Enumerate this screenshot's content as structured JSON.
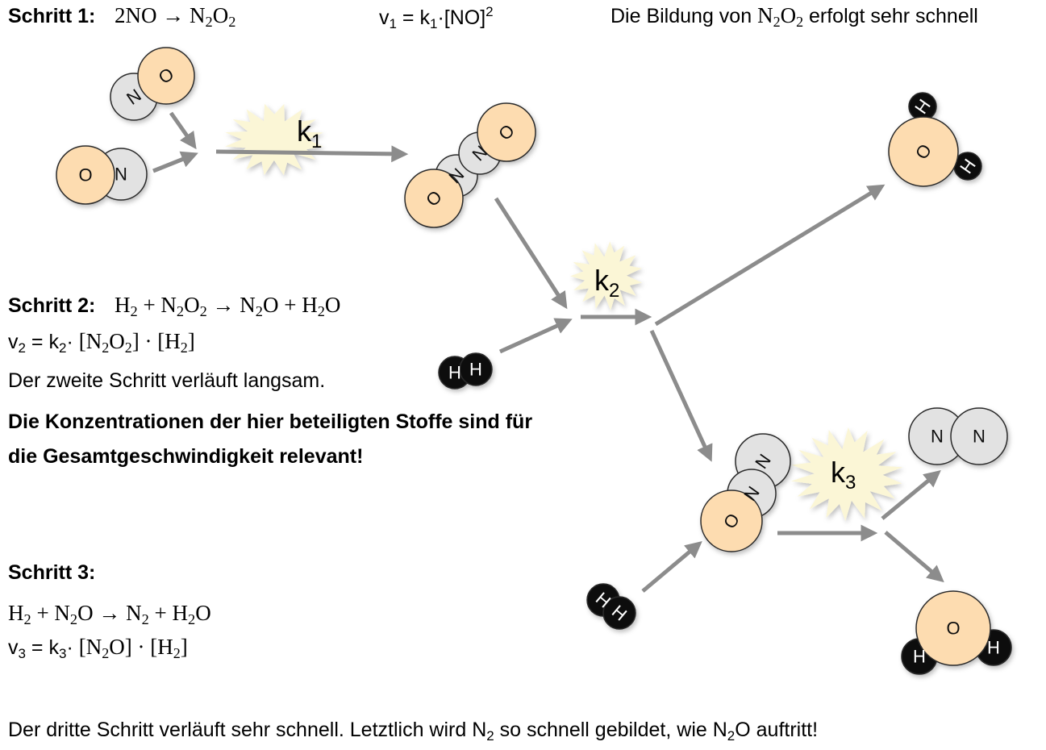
{
  "step1": {
    "heading": "Schritt 1:",
    "equation": [
      {
        "t": "2NO  → N"
      },
      {
        "s": "2"
      },
      {
        "t": "O"
      },
      {
        "s": "2"
      }
    ],
    "rate": [
      {
        "t": "v"
      },
      {
        "s": "1"
      },
      {
        "t": "  = k"
      },
      {
        "s": "1"
      },
      {
        "t": "·[NO]"
      },
      {
        "p": "2"
      }
    ],
    "note": [
      {
        "t": "Die Bildung von "
      },
      {
        "m": "N"
      },
      {
        "ms": "2"
      },
      {
        "m": "O"
      },
      {
        "ms": "2"
      },
      {
        "t": " erfolgt sehr schnell"
      }
    ]
  },
  "step2": {
    "heading": "Schritt 2:",
    "equation": [
      {
        "t": "H"
      },
      {
        "s": "2"
      },
      {
        "t": " + N"
      },
      {
        "s": "2"
      },
      {
        "t": "O"
      },
      {
        "s": "2"
      },
      {
        "t": " → N"
      },
      {
        "s": "2"
      },
      {
        "t": "O +  H"
      },
      {
        "s": "2"
      },
      {
        "t": "O"
      }
    ],
    "rate": [
      {
        "t": "v"
      },
      {
        "s": "2"
      },
      {
        "t": " = k"
      },
      {
        "s": "2"
      },
      {
        "t": "· "
      },
      {
        "m": "[N"
      },
      {
        "ms": "2"
      },
      {
        "m": "O"
      },
      {
        "ms": "2"
      },
      {
        "m": "] · [H"
      },
      {
        "ms": "2"
      },
      {
        "m": "]"
      }
    ],
    "note": "Der zweite Schritt verläuft langsam.",
    "emphasis_line1": "Die Konzentrationen der hier beteiligten Stoffe sind für",
    "emphasis_line2": "die Gesamtgeschwindigkeit relevant!"
  },
  "step3": {
    "heading": "Schritt 3:",
    "equation": [
      {
        "t": "H"
      },
      {
        "s": "2"
      },
      {
        "t": " + N"
      },
      {
        "s": "2"
      },
      {
        "t": "O → N"
      },
      {
        "s": "2"
      },
      {
        "t": " +  H"
      },
      {
        "s": "2"
      },
      {
        "t": "O"
      }
    ],
    "rate": [
      {
        "t": "v"
      },
      {
        "s": "3"
      },
      {
        "t": " = k"
      },
      {
        "s": "3"
      },
      {
        "t": "· "
      },
      {
        "m": "[N"
      },
      {
        "ms": "2"
      },
      {
        "m": "O] · [H"
      },
      {
        "ms": "2"
      },
      {
        "m": "]"
      }
    ]
  },
  "conclusion": [
    {
      "t": "Der dritte Schritt verläuft sehr schnell. Letztlich wird N"
    },
    {
      "s": "2"
    },
    {
      "t": " so schnell gebildet, wie N"
    },
    {
      "s": "2"
    },
    {
      "t": "O auftritt!"
    }
  ],
  "diagram": {
    "rate_constants": [
      {
        "label": "k",
        "index": "1"
      },
      {
        "label": "k",
        "index": "2"
      },
      {
        "label": "k",
        "index": "3"
      }
    ],
    "atoms": {
      "oxygen": "O",
      "nitrogen": "N",
      "hydrogen": "H"
    },
    "molecules": [
      "NO",
      "NO",
      "N2O2",
      "H2",
      "H2O",
      "H2",
      "N2O",
      "N2",
      "H2O"
    ],
    "colors": {
      "oxygen": "#fddcb0",
      "nitrogen": "#e2e2e2",
      "hydrogen": "#111111",
      "burst": "#fbf6d6",
      "arrow": "#8c8c8c",
      "outline": "#2a2a2a"
    }
  }
}
